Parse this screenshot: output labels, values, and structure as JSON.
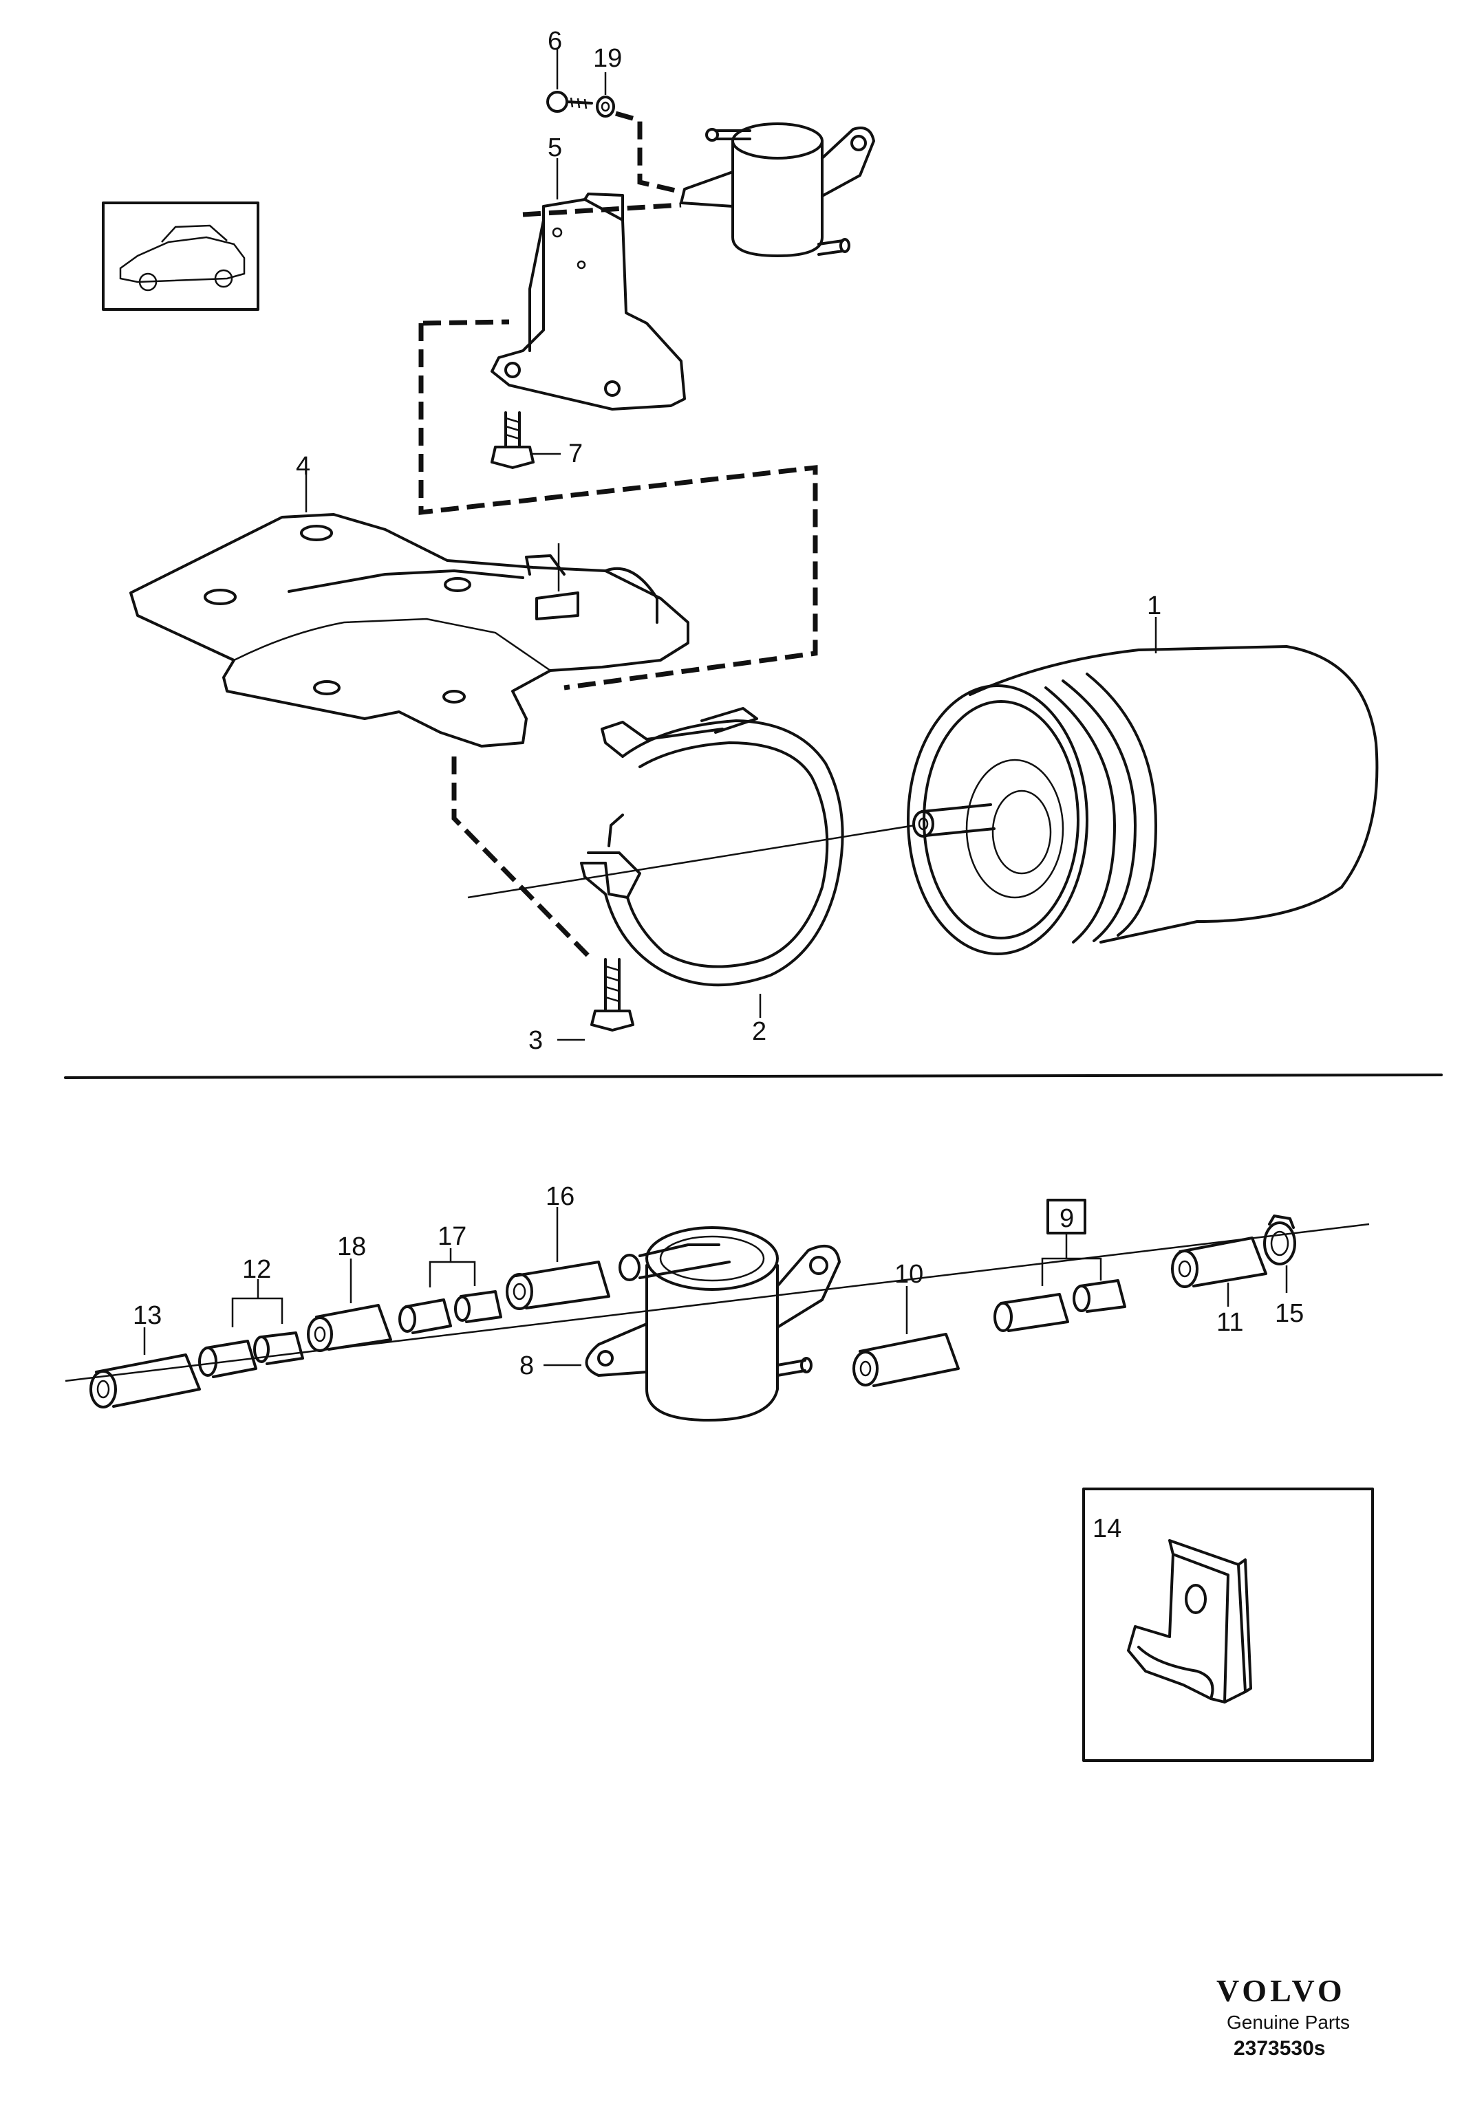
{
  "callouts": {
    "c1": "1",
    "c2": "2",
    "c3": "3",
    "c4": "4",
    "c5": "5",
    "c6": "6",
    "c7": "7",
    "c8": "8",
    "c9": "9",
    "c10": "10",
    "c11": "11",
    "c12": "12",
    "c13": "13",
    "c14": "14",
    "c15": "15",
    "c16": "16",
    "c17": "17",
    "c18": "18",
    "c19": "19"
  },
  "footer": {
    "brand": "VOLVO",
    "subtitle": "Genuine Parts",
    "code": "2373530s"
  },
  "icons": {
    "thumbnail": "car-sedan-icon"
  }
}
